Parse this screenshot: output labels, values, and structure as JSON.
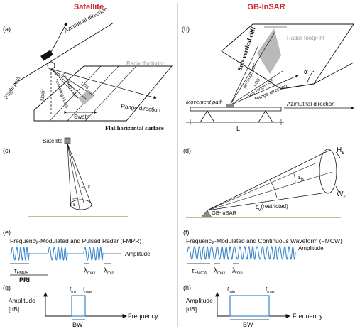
{
  "headers": {
    "satellite": "Satellite",
    "gb_insar": "GB-InSAR"
  },
  "panel_labels": [
    "(a)",
    "(b)",
    "(c)",
    "(d)",
    "(e)",
    "(f)",
    "(g)",
    "(h)"
  ],
  "panel_a": {
    "azimuthal_direction": "Azimuthal direction",
    "flight_path": "Flight path",
    "nadir": "Nadir",
    "far_range_los": "far-range LOS",
    "near_range_los": "near-range LOS",
    "los": "LOS",
    "radar_footprint": "Radar footprint",
    "range_direction": "Range direction",
    "swath": "Swath",
    "surface": "Flat horizontal surface"
  },
  "panel_b": {
    "sub_vertical_cliff": "Sub-vertical cliff",
    "radar_footprint": "Radar footprint",
    "far_range_los": "far-range LOS",
    "near_range_los": "near-range LOS",
    "los": "LOS",
    "alpha": "α",
    "range_direction": "Range direction",
    "movement_path": "Movement path",
    "azimuthal_direction": "Azimuthal direction",
    "length": "L"
  },
  "panel_c": {
    "satellite": "Satellite",
    "epsilon": "ε"
  },
  "panel_d": {
    "h_main": "H",
    "w_main": "W",
    "eps": "ε",
    "eps_h": "ε",
    "sub_h": "h",
    "eps_v": "ε",
    "sub_v": "v",
    "restricted": "(restricted)",
    "gb_insar": "GB-InSAR"
  },
  "panel_e": {
    "title": "Frequency-Modulated and Pulsed Radar (FMPR)",
    "amplitude": "Amplitude",
    "tau": "τ",
    "tau_sub": "FMPR",
    "pri": "PRI",
    "lambda": "λ",
    "sub_max": "max",
    "sub_min": "min"
  },
  "panel_f": {
    "title": "Frequency-Modulated and Continuous Waveform (FMCW)",
    "amplitude": "Amplitude",
    "tau": "τ",
    "tau_sub": "FMCW",
    "lambda": "λ",
    "sub_max": "max",
    "sub_min": "min"
  },
  "panel_g": {
    "amplitude": "Amplitude",
    "unit": "[dB]",
    "f": "f",
    "sub_min": "min",
    "sub_max": "max",
    "frequency": "Frequency",
    "bw": "BW"
  },
  "panel_h": {
    "amplitude": "Amplitude",
    "unit": "[dB]",
    "f": "f",
    "sub_min": "min",
    "sub_max": "max",
    "frequency": "Frequency",
    "bw": "BW"
  },
  "colors": {
    "header": "#d0202a",
    "waveform": "#3a86c8",
    "ground": "#b08a5a",
    "footprint": "#c8c8c8"
  }
}
